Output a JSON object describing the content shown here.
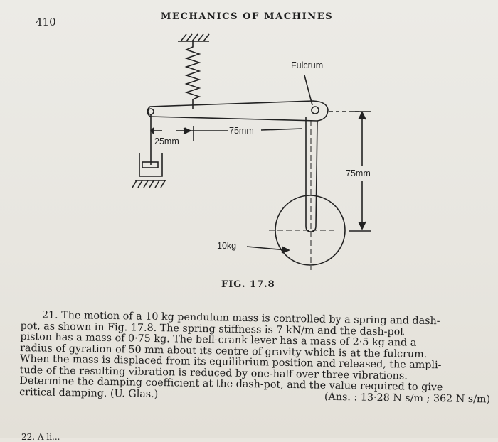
{
  "page_number": "410",
  "running_head": "MECHANICS OF MACHINES",
  "figure": {
    "label_fulcrum": "Fulcrum",
    "label_75mm_horizontal": "75mm",
    "label_25mm": "25mm",
    "label_75mm_vertical": "75mm",
    "label_mass": "10kg",
    "caption": "FIG. 17.8"
  },
  "problem": {
    "lines": [
      "21. The motion of a 10 kg pendulum mass is controlled by a spring and dash-",
      "pot, as shown in Fig. 17.8.  The spring stiffness is 7 kN/m and the dash-pot",
      "piston has a mass of 0·75 kg.  The bell-crank lever has a mass of 2·5 kg and a",
      "radius of gyration of 50 mm about its centre of gravity which is at the fulcrum.",
      "When the mass is displaced from its equilibrium position and released, the ampli-",
      "tude of the resulting vibration is reduced by one-half over three vibrations.",
      "Determine the damping coefficient at the dash-pot, and the value required to give"
    ],
    "last_line_left": "critical damping.  (U. Glas.)",
    "answer": "(Ans. : 13·28 N s/m ;  362 N s/m)"
  },
  "footer_fragment": "22. A li..."
}
